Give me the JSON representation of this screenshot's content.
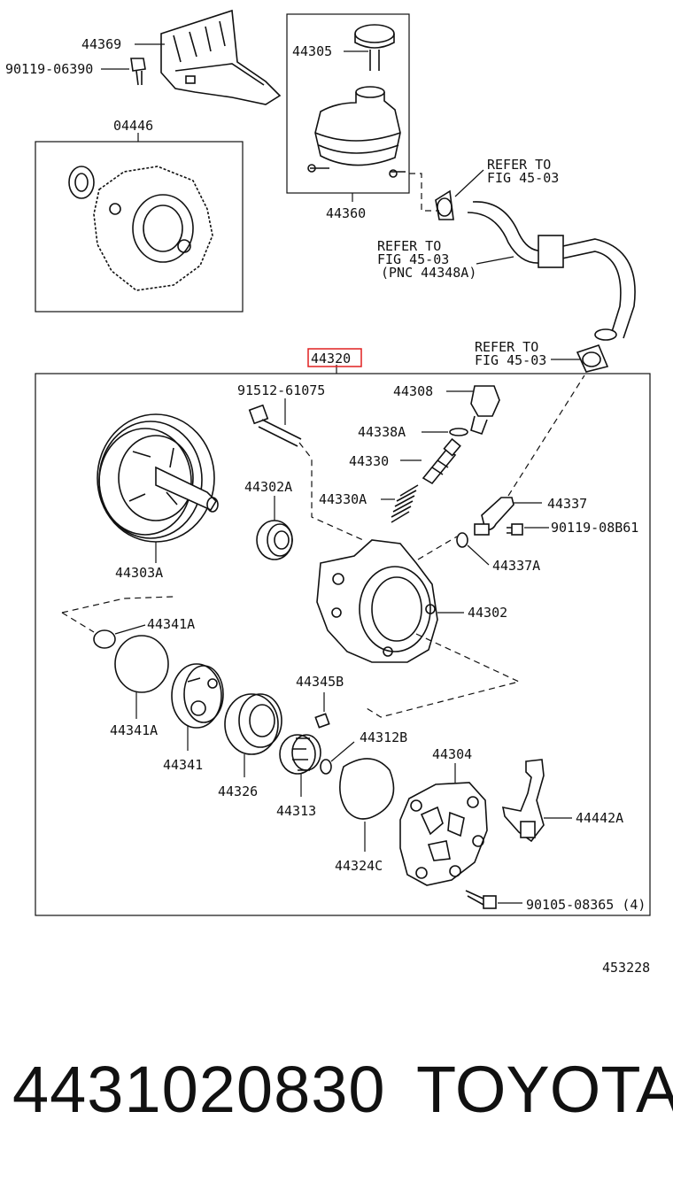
{
  "labels": {
    "p44369": "44369",
    "p90119_06390": "90119-06390",
    "p44305": "44305",
    "p04446": "04446",
    "p44360": "44360",
    "refer_a_1": "REFER TO",
    "refer_a_2": "FIG 45-03",
    "refer_b_1": "REFER TO",
    "refer_b_2": "FIG 45-03",
    "refer_b_3": "(PNC 44348A)",
    "refer_c_1": "REFER TO",
    "refer_c_2": "FIG 45-03",
    "p44320": "44320",
    "p91512_61075": "91512-61075",
    "p44308": "44308",
    "p44338A": "44338A",
    "p44330": "44330",
    "p44302A": "44302A",
    "p44330A": "44330A",
    "p44337": "44337",
    "p90119_08B61": "90119-08B61",
    "p44303A": "44303A",
    "p44337A": "44337A",
    "p44302": "44302",
    "p44341A_top": "44341A",
    "p44345B": "44345B",
    "p44312B": "44312B",
    "p44341A_bottom": "44341A",
    "p44304": "44304",
    "p44341": "44341",
    "p44442A": "44442A",
    "p44326": "44326",
    "p44313": "44313",
    "p44324C": "44324C",
    "p90105_08365": "90105-08365 (4)",
    "fig_number": "453228"
  },
  "footer": {
    "part_number": "4431020830",
    "brand": "TOYOTA"
  },
  "highlight_color": "#e02020"
}
